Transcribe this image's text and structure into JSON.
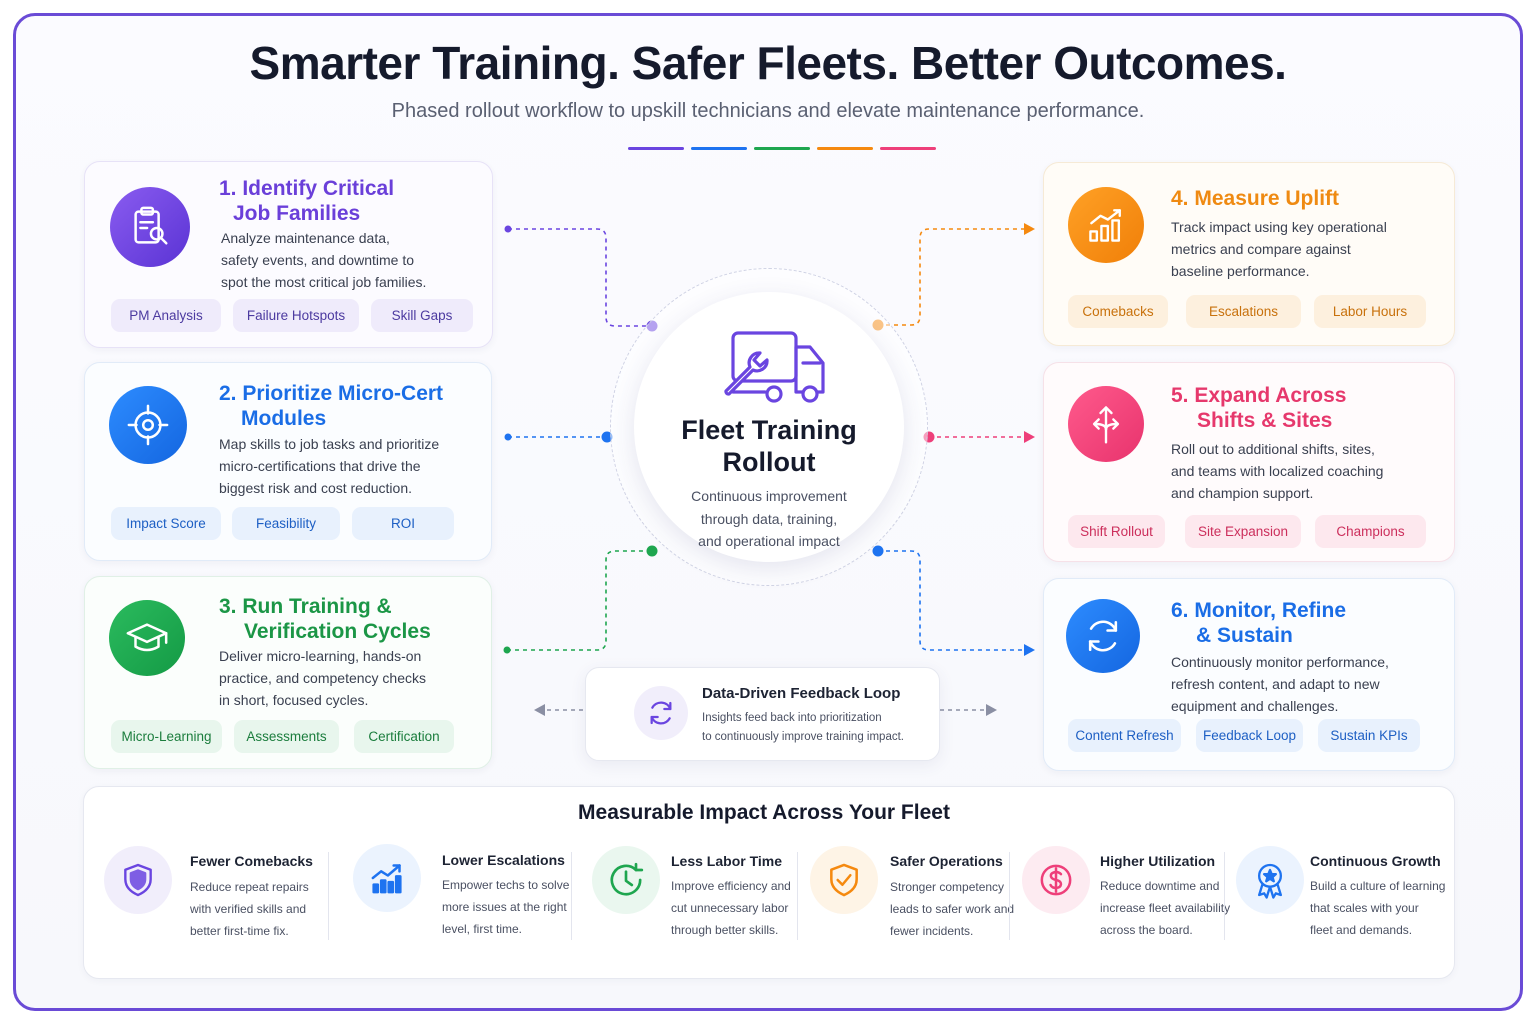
{
  "header": {
    "title": "Smarter Training. Safer Fleets. Better Outcomes.",
    "subtitle": "Phased rollout workflow to upskill technicians and elevate maintenance performance."
  },
  "colors": {
    "purple": "#6a45e0",
    "blue": "#1e73f0",
    "green": "#1ea64f",
    "orange": "#f5890f",
    "pink": "#ee3f7a"
  },
  "steps": [
    {
      "title_line1": "1. Identify Critical",
      "title_line2": "Job Families",
      "desc_lines": [
        "Analyze maintenance data,",
        "safety events, and downtime to",
        "spot the most critical job families."
      ],
      "tags": [
        "PM Analysis",
        "Failure Hotspots",
        "Skill Gaps"
      ],
      "icon": "clipboard-search-icon"
    },
    {
      "title_line1": "2. Prioritize Micro-Cert",
      "title_line2": "Modules",
      "desc_lines": [
        "Map skills to job tasks and prioritize",
        "micro-certifications that drive the",
        "biggest risk and cost reduction."
      ],
      "tags": [
        "Impact Score",
        "Feasibility",
        "ROI"
      ],
      "icon": "target-icon"
    },
    {
      "title_line1": "3. Run Training &",
      "title_line2": "Verification Cycles",
      "desc_lines": [
        "Deliver micro-learning, hands-on",
        "practice, and competency checks",
        "in short, focused cycles."
      ],
      "tags": [
        "Micro-Learning",
        "Assessments",
        "Certification"
      ],
      "icon": "graduation-cap-icon"
    },
    {
      "title_line1": "4. Measure Uplift",
      "title_line2": "",
      "desc_lines": [
        "Track impact using key operational",
        "metrics and compare against",
        "baseline performance."
      ],
      "tags": [
        "Comebacks",
        "Escalations",
        "Labor Hours"
      ],
      "icon": "bar-chart-up-icon"
    },
    {
      "title_line1": "5. Expand Across",
      "title_line2": "Shifts & Sites",
      "desc_lines": [
        "Roll out to additional shifts, sites,",
        "and teams with localized coaching",
        "and champion support."
      ],
      "tags": [
        "Shift Rollout",
        "Site Expansion",
        "Champions"
      ],
      "icon": "branching-arrows-icon"
    },
    {
      "title_line1": "6. Monitor, Refine",
      "title_line2": "& Sustain",
      "desc_lines": [
        "Continuously monitor performance,",
        "refresh content, and adapt to new",
        "equipment and challenges."
      ],
      "tags": [
        "Content Refresh",
        "Feedback Loop",
        "Sustain KPIs"
      ],
      "icon": "refresh-icon"
    }
  ],
  "center": {
    "title_line1": "Fleet Training",
    "title_line2": "Rollout",
    "desc_lines": [
      "Continuous improvement",
      "through data, training,",
      "and operational impact"
    ],
    "icon": "truck-wrench-icon"
  },
  "feedback": {
    "title": "Data-Driven Feedback Loop",
    "desc_lines": [
      "Insights feed back into prioritization",
      "to continuously improve training impact."
    ],
    "icon": "cycle-arrows-icon"
  },
  "impact": {
    "title": "Measurable Impact Across Your Fleet",
    "items": [
      {
        "title": "Fewer Comebacks",
        "desc_lines": [
          "Reduce repeat repairs",
          "with verified skills and",
          "better first-time fix."
        ],
        "icon": "shield-icon"
      },
      {
        "title": "Lower Escalations",
        "desc_lines": [
          "Empower techs to solve",
          "more issues at the right",
          "level, first time."
        ],
        "icon": "trend-up-chart-icon"
      },
      {
        "title": "Less Labor Time",
        "desc_lines": [
          "Improve efficiency and",
          "cut unnecessary labor",
          "through better skills."
        ],
        "icon": "clock-icon"
      },
      {
        "title": "Safer Operations",
        "desc_lines": [
          "Stronger competency",
          "leads to safer work and",
          "fewer incidents."
        ],
        "icon": "shield-check-icon"
      },
      {
        "title": "Higher Utilization",
        "desc_lines": [
          "Reduce downtime and",
          "increase fleet availability",
          "across the board."
        ],
        "icon": "dollar-icon"
      },
      {
        "title": "Continuous Growth",
        "desc_lines": [
          "Build a culture of learning",
          "that scales with your",
          "fleet and demands."
        ],
        "icon": "award-ribbon-icon"
      }
    ]
  }
}
